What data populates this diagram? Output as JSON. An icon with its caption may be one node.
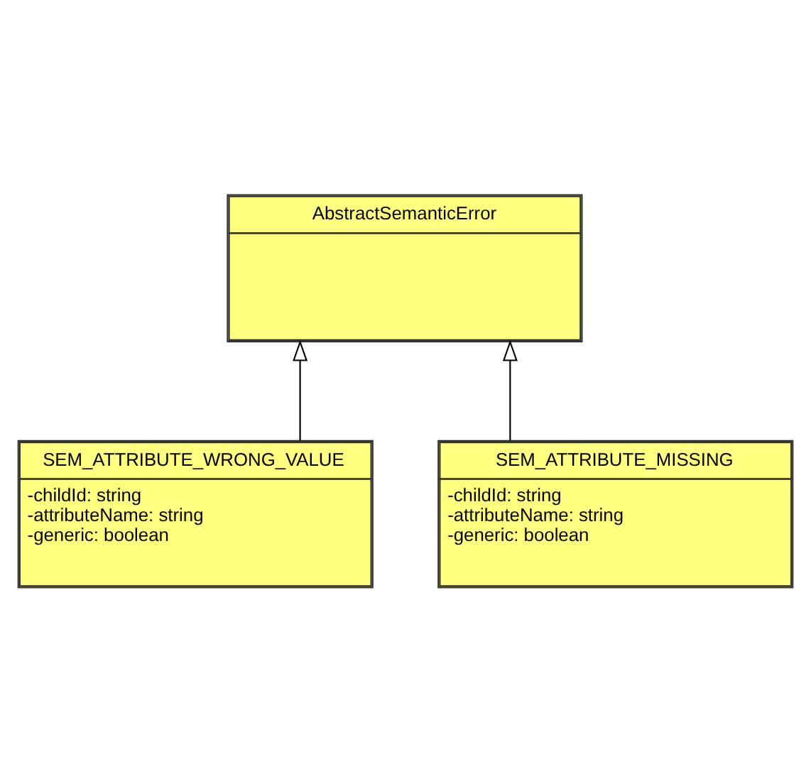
{
  "diagram": {
    "nodes": [
      {
        "text": [
          "AbstractSemanticError"
        ]
      },
      {
        "text": [
          "SEM_ATTRIBUTE_WRONG_VALUE",
          "-childId: string",
          "-attributeName: string",
          "-generic: boolean"
        ]
      },
      {
        "text": [
          "SEM_ATTRIBUTE_MISSING",
          "-childId: string",
          "-attributeName: string",
          "-generic: boolean"
        ]
      }
    ],
    "edges": [
      {
        "from": 1,
        "to": 0,
        "arrow": "to"
      },
      {
        "from": 2,
        "to": 0,
        "arrow": "to"
      }
    ]
  }
}
